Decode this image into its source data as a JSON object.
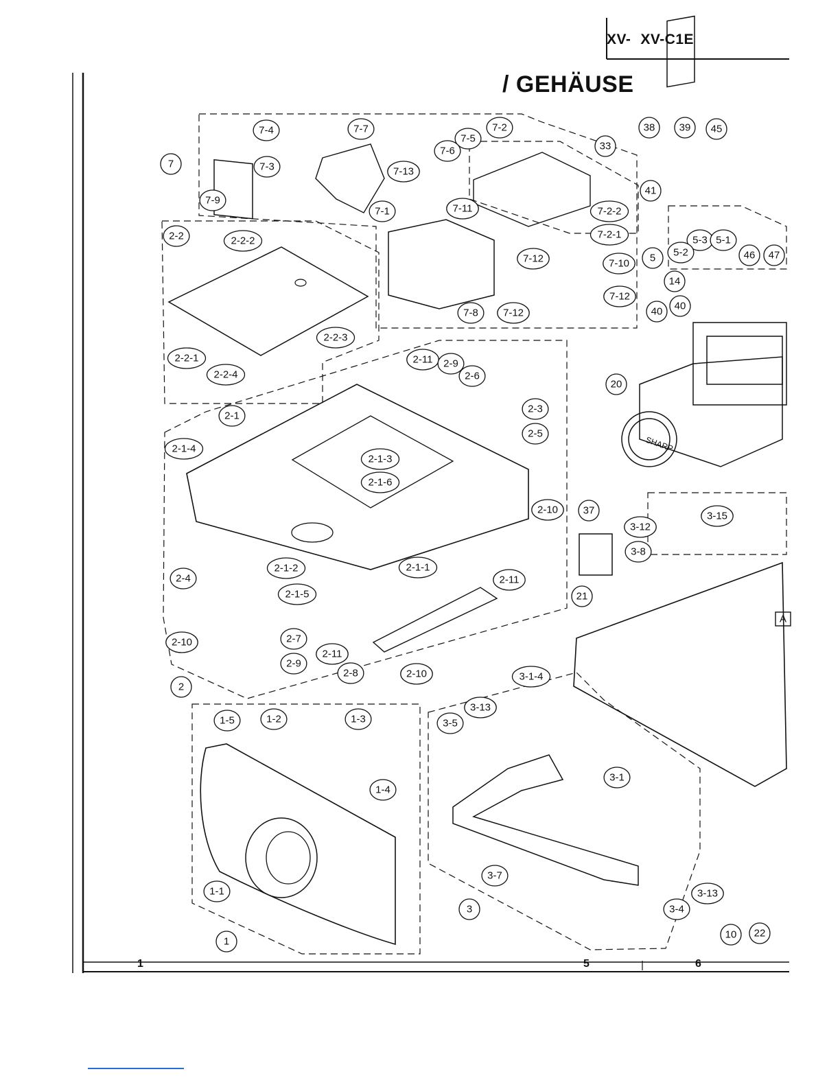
{
  "header": {
    "model_prefix": "XV-",
    "model_name": "XV-C1E",
    "title": "/ GEHÄUSE"
  },
  "grid_labels": [
    "1",
    "5",
    "6"
  ],
  "brand_on_lens": "SHARP",
  "section_marker": "A",
  "callouts": [
    "7-4",
    "7-7",
    "7-5",
    "7-2",
    "33",
    "38",
    "39",
    "45",
    "7",
    "7-3",
    "7-6",
    "7-13",
    "7-9",
    "7-1",
    "7-11",
    "41",
    "7-2-2",
    "7-2-1",
    "2-2",
    "2-2-2",
    "5-3",
    "5-1",
    "5-2",
    "5",
    "46",
    "47",
    "7-12",
    "7-10",
    "14",
    "7-12",
    "40",
    "40",
    "7-8",
    "7-12",
    "2-2-3",
    "2-2-1",
    "2-2-4",
    "2-11",
    "2-9",
    "2-6",
    "20",
    "2-3",
    "2-5",
    "2-1",
    "2-1-4",
    "2-1-3",
    "2-1-6",
    "2-10",
    "37",
    "3-15",
    "3-12",
    "3-8",
    "2-1-2",
    "2-1-1",
    "2-11",
    "2-1-5",
    "2-4",
    "21",
    "2-7",
    "2-10",
    "2-9",
    "2-11",
    "2-8",
    "2-10",
    "3-1-4",
    "2",
    "1-5",
    "1-2",
    "1-3",
    "3-13",
    "3-5",
    "1-4",
    "3-1",
    "1-1",
    "3-7",
    "3-13",
    "3",
    "3-4",
    "1",
    "10",
    "22"
  ]
}
